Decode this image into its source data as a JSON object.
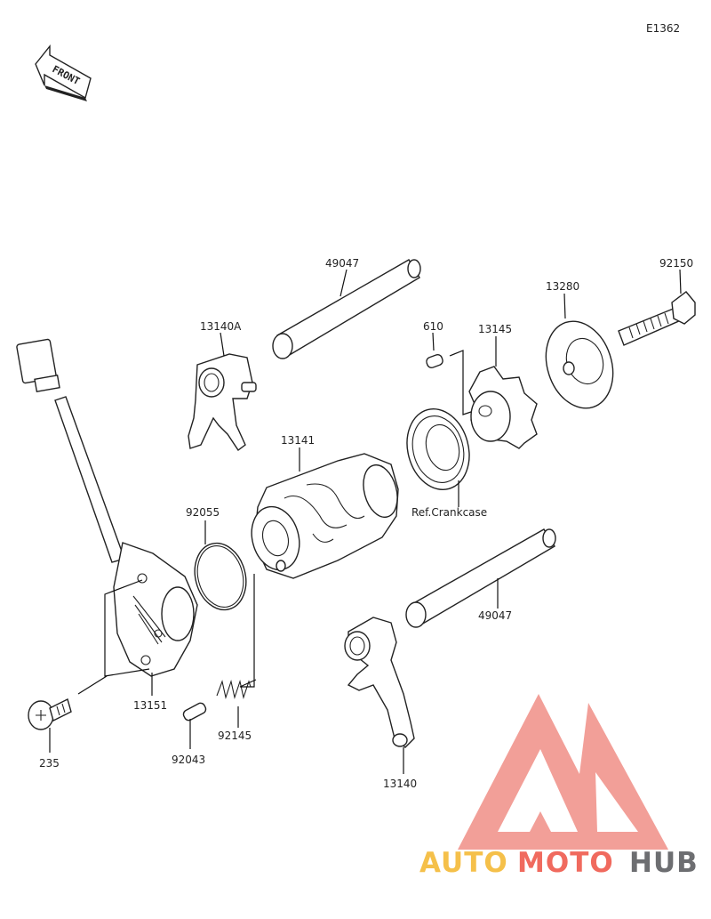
{
  "diagram_code": "E1362",
  "front_label": "FRONT",
  "parts": {
    "p49047_top": "49047",
    "p13140A": "13140A",
    "p610": "610",
    "p13145": "13145",
    "p13280": "13280",
    "p92150": "92150",
    "p13141": "13141",
    "p92055": "92055",
    "p_ref_crankcase": "Ref.Crankcase",
    "p49047_bottom": "49047",
    "p13151": "13151",
    "p235": "235",
    "p92145": "92145",
    "p92043": "92043",
    "p13140": "13140"
  },
  "watermark": {
    "part1": "AUTO",
    "part2": "MOTO",
    "part3": "HUB",
    "colors": {
      "auto": "#f5c04a",
      "moto": "#f06a5e",
      "hub": "#6d6e71",
      "logo": "#f29a93"
    }
  }
}
